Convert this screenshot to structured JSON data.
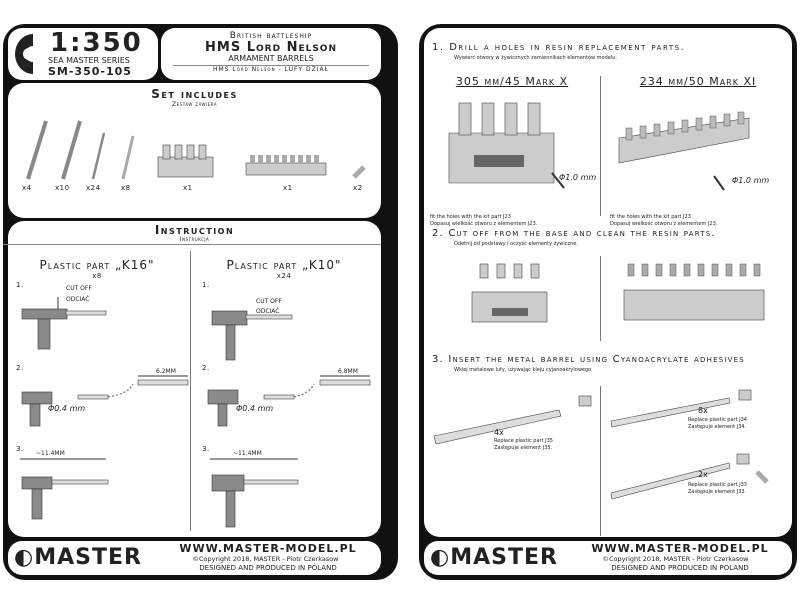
{
  "left_page": {
    "scale": "1:350",
    "series": "SEA MASTER SERIES",
    "code": "SM-350-105",
    "title_line1": "British battleship",
    "title_line2": "HMS Lord Nelson",
    "title_line3": "ARMAMENT BARRELS",
    "subtitle_pl": "HMS Lord Nelson - LUFY DZIAŁ",
    "set_includes": {
      "title": "Set includes",
      "title_pl": "Zestaw zawiera",
      "items": [
        {
          "qty": "x4"
        },
        {
          "qty": "x10"
        },
        {
          "qty": "x24"
        },
        {
          "qty": "x8"
        },
        {
          "qty": "x1"
        },
        {
          "qty": "x1"
        },
        {
          "qty": "x2"
        }
      ]
    },
    "instruction": {
      "title": "Instruction",
      "title_pl": "Instrukcja",
      "columns": [
        {
          "part": "Plastic part „K16\"",
          "qty": "x8",
          "step1": "1.",
          "cut_off": "CUT OFF",
          "cut_off_pl": "ODCIAĆ",
          "step2": "2.",
          "length": "6.2MM",
          "drill": "Φ0.4 mm",
          "step3": "3.",
          "total": "~11.4MM"
        },
        {
          "part": "Plastic part „K10\"",
          "qty": "x24",
          "step1": "1.",
          "cut_off": "CUT OFF",
          "cut_off_pl": "ODCIAĆ",
          "step2": "2.",
          "length": "6.8MM",
          "drill": "Φ0.4 mm",
          "step3": "3.",
          "total": "~11.4MM"
        }
      ]
    }
  },
  "right_page": {
    "step1": {
      "title": "1. Drill a holes in resin replacement parts.",
      "title_pl": "Wywierć otwory w żywicznych zamiennikach elementów modelu.",
      "left": {
        "heading": "305 mm/45 Mark X",
        "drill": "Φ1.0 mm",
        "note": "fit the holes with the kit part J23",
        "note_pl": "Dopasuj wielkość otworu z elementem J23."
      },
      "right": {
        "heading": "234 mm/50 Mark XI",
        "drill": "Φ1.0 mm",
        "note": "fit the holes with the kit part J23",
        "note_pl": "Dopasuj wielkość otworu z elementem J23."
      }
    },
    "step2": {
      "title": "2. Cut off from the base and clean the resin parts.",
      "title_pl": "Odetnij od podstawy i oczyść elementy żywiczne."
    },
    "step3": {
      "title": "3. Insert the metal barrel using Cyanoacrylate adhesives",
      "title_pl": "Wklej metalowe lufy, używając kleju cyjanoakrylowego",
      "items": [
        {
          "qty": "4x",
          "note": "Replace plastic part J35",
          "note_pl": "Zastępuje element J35."
        },
        {
          "qty": "8x",
          "note": "Replace plastic part J34",
          "note_pl": "Zastępuje element J34."
        },
        {
          "qty": "2x",
          "note": "Replace plastic part J33",
          "note_pl": "Zastępuje element J33."
        }
      ]
    }
  },
  "footer": {
    "brand": "MASTER",
    "url": "WWW.MASTER-MODEL.PL",
    "copyright": "©Copyright 2018, MASTER - Piotr Czerkasow",
    "designed": "DESIGNED AND PRODUCED IN POLAND"
  }
}
